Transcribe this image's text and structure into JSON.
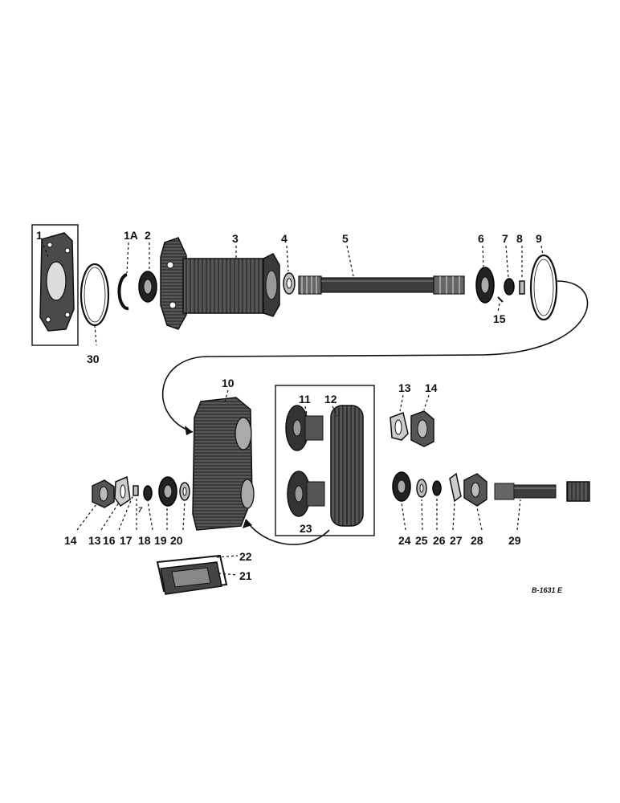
{
  "diagram": {
    "drawing_number": "B-1631 E",
    "labels": {
      "p1": "1",
      "p1a": "1A",
      "p2": "2",
      "p3": "3",
      "p4": "4",
      "p5": "5",
      "p6": "6",
      "p7": "7",
      "p8": "8",
      "p9": "9",
      "p10": "10",
      "p11": "11",
      "p12": "12",
      "p13a": "13",
      "p14a": "14",
      "p14b": "14",
      "p13b": "13",
      "p16": "16",
      "p17": "17",
      "p7b": "7",
      "p18": "18",
      "p19": "19",
      "p20": "20",
      "p15": "15",
      "p21": "21",
      "p22": "22",
      "p23": "23",
      "p24": "24",
      "p25": "25",
      "p26": "26",
      "p27": "27",
      "p28": "28",
      "p29": "29",
      "p30": "30"
    }
  }
}
